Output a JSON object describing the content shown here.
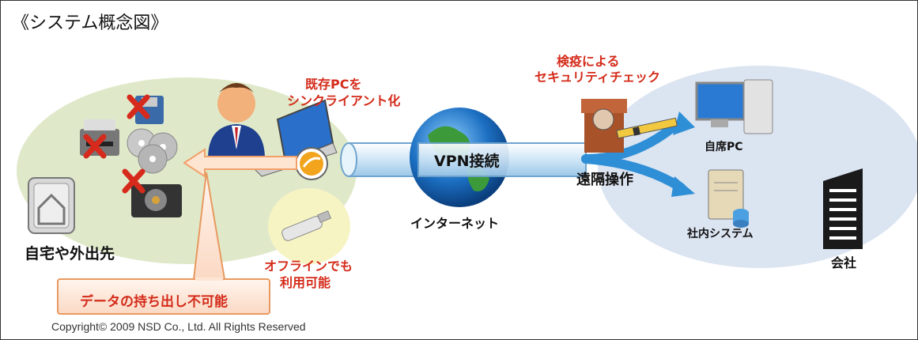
{
  "title": "《システム概念図》",
  "labels": {
    "home": "自宅や外出先",
    "existing_pc_line1": "既存PCを",
    "existing_pc_line2": "シンクライアント化",
    "vpn": "VPN接続",
    "internet": "インターネット",
    "quarantine_line1": "検疫による",
    "quarantine_line2": "セキュリティチェック",
    "remote_op": "遠隔操作",
    "own_pc": "自席PC",
    "internal_system": "社内システム",
    "company": "会社",
    "offline_line1": "オフラインでも",
    "offline_line2": "利用可能",
    "no_data_takeout": "データの持ち出し不可能"
  },
  "copyright": "Copyright© 2009 NSD Co., Ltd. All Rights Reserved",
  "colors": {
    "red_text": "#d42b1a",
    "home_oval": "#dfe9c9",
    "company_oval": "#dbe4f1",
    "pipe": "#cfe6f7",
    "callout_fill": "#fbe0cf",
    "callout_border": "#e8995f",
    "arrow_blue": "#2f8fd6"
  }
}
